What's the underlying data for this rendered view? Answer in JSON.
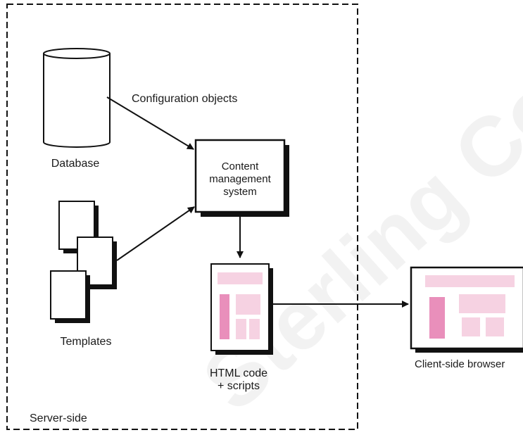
{
  "diagram": {
    "region_label": "Server-side",
    "database_label": "Database",
    "arrow_label": "Configuration objects",
    "cms_label": [
      "Content",
      "management",
      "system"
    ],
    "templates_label": "Templates",
    "html_label": [
      "HTML code",
      "+ scripts"
    ],
    "browser_label": "Client-side browser",
    "watermark": "Sterling Colle"
  },
  "colors": {
    "stroke": "#111111",
    "pink_light": "#f6d2e2",
    "pink_dark": "#e98fbb",
    "watermark": "#e9e9e9"
  }
}
